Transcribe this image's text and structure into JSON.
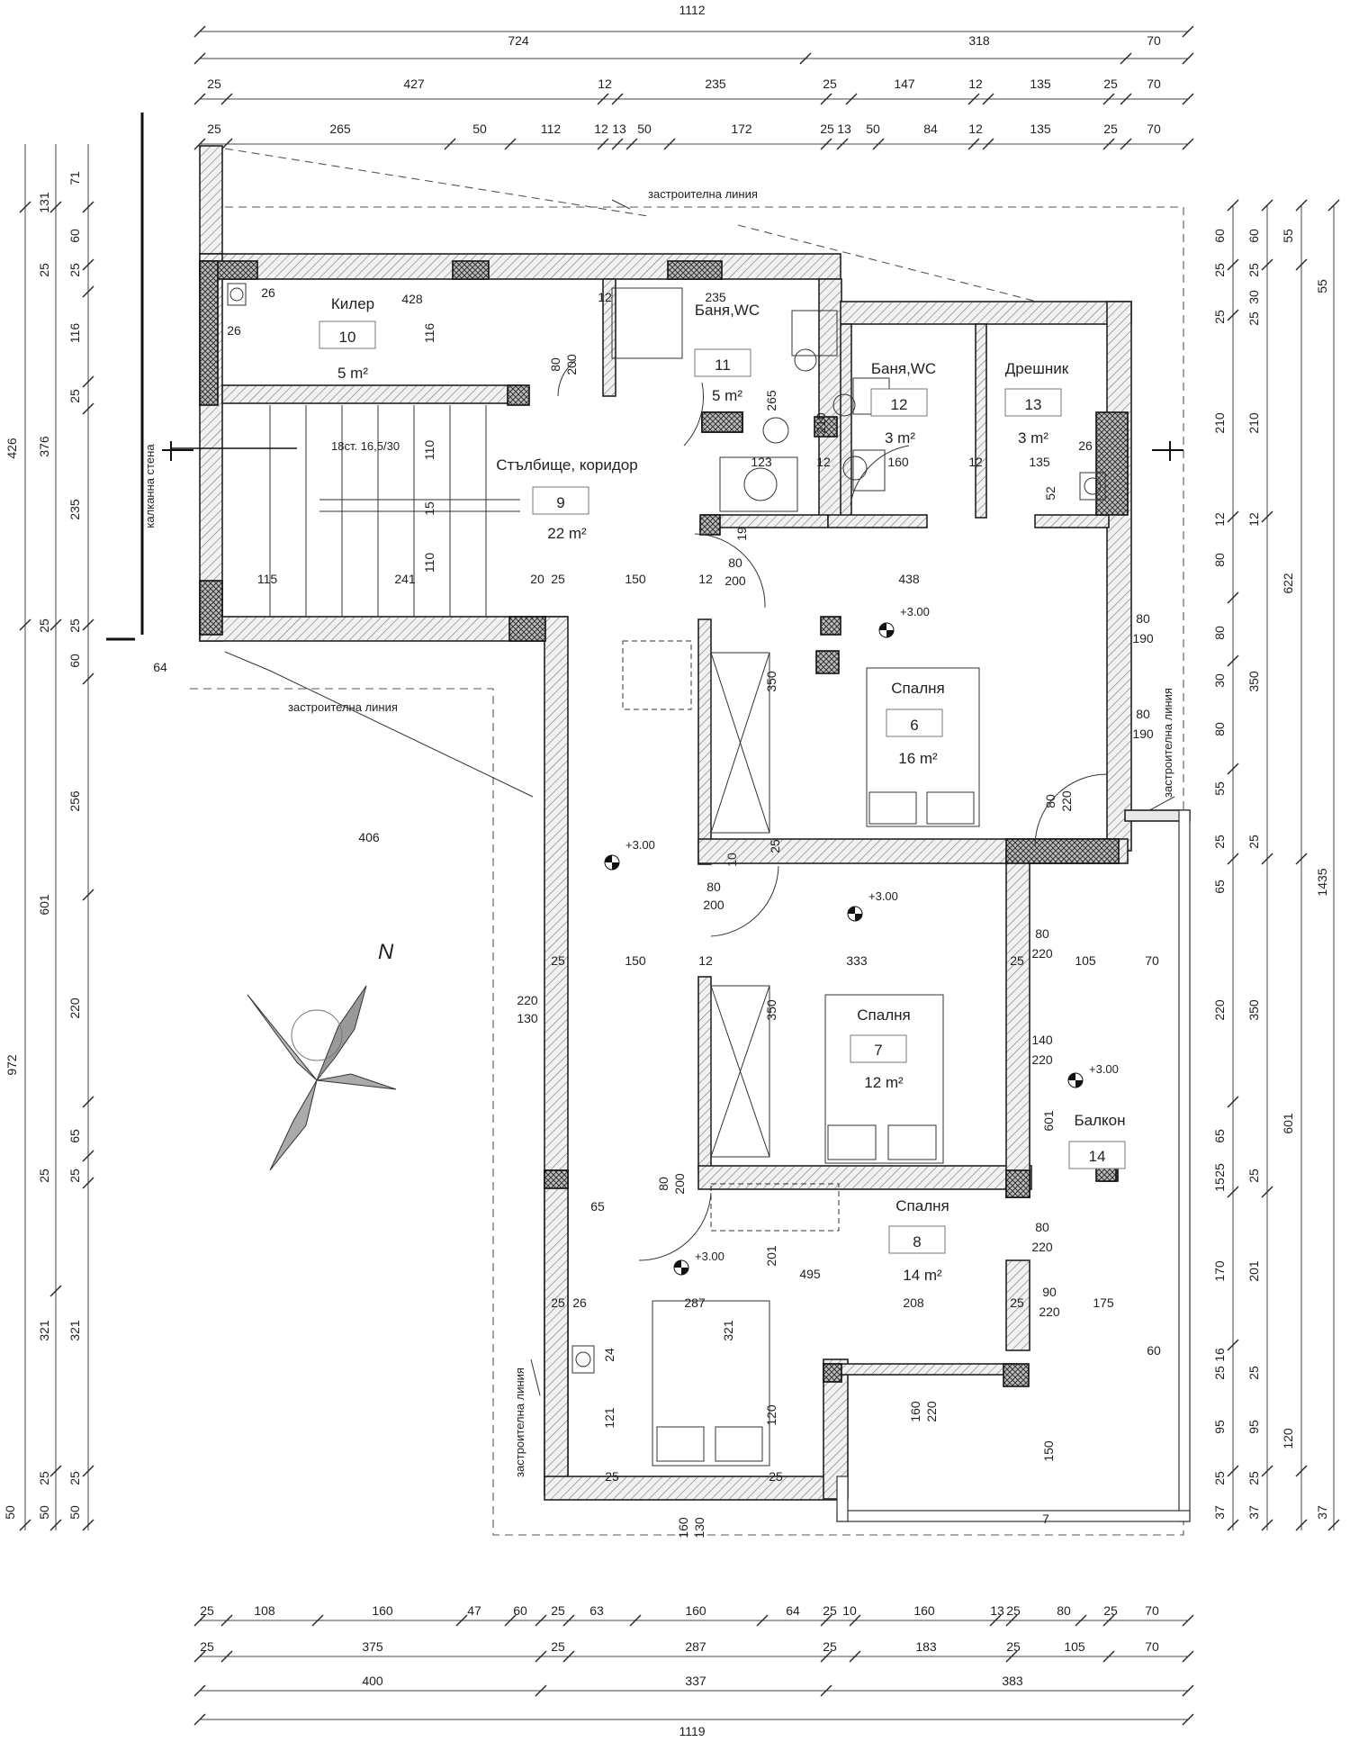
{
  "dims_top": {
    "r1": [
      "1112"
    ],
    "r2": [
      "724",
      "318",
      "70"
    ],
    "r3": [
      "25",
      "427",
      "12",
      "235",
      "25",
      "147",
      "12",
      "135",
      "25",
      "70"
    ],
    "r4": [
      "25",
      "265",
      "50",
      "112",
      "12",
      "13",
      "50",
      "172",
      "25",
      "13",
      "50",
      "84",
      "12",
      "135",
      "25",
      "70"
    ]
  },
  "dims_bottom": {
    "r1": [
      "25",
      "108",
      "160",
      "47",
      "60",
      "25",
      "63",
      "160",
      "64",
      "25",
      "10",
      "160",
      "13",
      "25",
      "80",
      "25",
      "70"
    ],
    "r2": [
      "25",
      "375",
      "25",
      "287",
      "25",
      "183",
      "25",
      "105",
      "70"
    ],
    "r3": [
      "400",
      "337",
      "383"
    ],
    "r4": [
      "1119"
    ]
  },
  "dims_left": {
    "c1": [
      "426",
      "972"
    ],
    "c2": [
      "131",
      "376",
      "601",
      "321",
      "50"
    ],
    "c3": [
      "71",
      "60",
      "25",
      "116",
      "25",
      "235",
      "25",
      "60",
      "256",
      "220",
      "65",
      "25",
      "321",
      "25",
      "50"
    ],
    "c4": [
      "25",
      "25",
      "25",
      "25",
      "50"
    ],
    "c5": [
      "64"
    ]
  },
  "dims_right": {
    "c1": [
      "60",
      "25",
      "25",
      "210",
      "12",
      "80",
      "80",
      "30",
      "80",
      "55",
      "25",
      "65",
      "220",
      "65",
      "15",
      "25",
      "170",
      "16",
      "25",
      "95",
      "25",
      "37"
    ],
    "c2": [
      "60",
      "25",
      "30",
      "25",
      "210",
      "12",
      "350",
      "25",
      "350",
      "25",
      "201",
      "25",
      "95",
      "25",
      "37"
    ],
    "c3": [
      "55",
      "55",
      "622",
      "601",
      "120",
      "37"
    ],
    "c4": [
      "1435"
    ]
  },
  "rooms": [
    {
      "name": "Килер",
      "num": "10",
      "area": "5 m²"
    },
    {
      "name": "Баня,WC",
      "num": "11",
      "area": "5 m²"
    },
    {
      "name": "Баня,WC",
      "num": "12",
      "area": "3 m²"
    },
    {
      "name": "Дрешник",
      "num": "13",
      "area": "3 m²"
    },
    {
      "name": "Стълбище, коридор",
      "num": "9",
      "area": "22 m²"
    },
    {
      "name": "Спалня",
      "num": "6",
      "area": "16 m²"
    },
    {
      "name": "Спалня",
      "num": "7",
      "area": "12 m²"
    },
    {
      "name": "Спалня",
      "num": "8",
      "area": "14 m²"
    },
    {
      "name": "Балкон",
      "num": "14",
      "area": ""
    }
  ],
  "labels": {
    "build_line": "застроителна линия",
    "gable_wall": "калканна стена",
    "stairs": "18ст. 16,5/30",
    "level": "+3.00",
    "north": "N"
  },
  "inner_dims": {
    "a": [
      "428",
      "116",
      "26",
      "26",
      "80",
      "200",
      "235",
      "12",
      "265",
      "123",
      "210",
      "160",
      "135",
      "12",
      "12",
      "26",
      "52"
    ],
    "b": [
      "115",
      "241",
      "20",
      "25",
      "150",
      "12",
      "438",
      "110",
      "15",
      "110",
      "80",
      "200",
      "80",
      "190",
      "80",
      "190",
      "350",
      "80",
      "220"
    ],
    "c": [
      "406",
      "80",
      "200",
      "150",
      "12",
      "333",
      "80",
      "220",
      "105",
      "70",
      "25",
      "25",
      "350",
      "220",
      "130",
      "140",
      "220",
      "601"
    ],
    "d": [
      "80",
      "200",
      "65",
      "201",
      "495",
      "80",
      "220",
      "287",
      "321",
      "208",
      "25",
      "90",
      "220",
      "175",
      "25",
      "26",
      "24",
      "121",
      "120",
      "160",
      "220",
      "60",
      "150",
      "25",
      "25",
      "160",
      "130",
      "7",
      "10",
      "25",
      "19"
    ]
  }
}
